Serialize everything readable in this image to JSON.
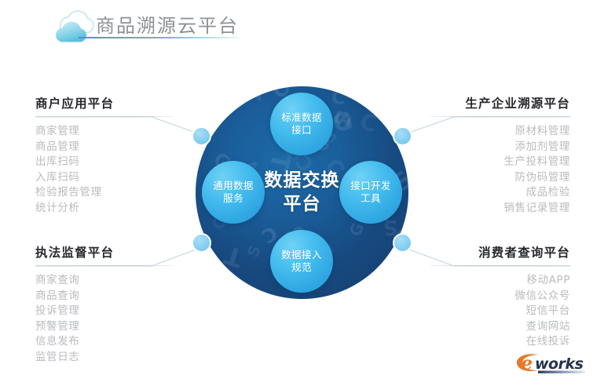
{
  "header": {
    "title": "商品溯源云平台",
    "cloud_icon": "cloud-icon"
  },
  "center": {
    "core_line1": "数据交换",
    "core_line2": "平台",
    "bubbles": [
      {
        "id": "top",
        "line1": "标准数据",
        "line2": "接口"
      },
      {
        "id": "left",
        "line1": "通用数据",
        "line2": "服务"
      },
      {
        "id": "right",
        "line1": "接口开发",
        "line2": "工具"
      },
      {
        "id": "bottom",
        "line1": "数据接入",
        "line2": "规范"
      }
    ]
  },
  "panels": {
    "merchant": {
      "title": "商户应用平台",
      "items": [
        "商家管理",
        "商品管理",
        "出库扫码",
        "入库扫码",
        "检验报告管理",
        "统计分析"
      ]
    },
    "law": {
      "title": "执法监督平台",
      "items": [
        "商家查询",
        "商品查询",
        "投诉管理",
        "预警管理",
        "信息发布",
        "监管日志"
      ]
    },
    "producer": {
      "title": "生产企业溯源平台",
      "items": [
        "原材料管理",
        "添加剂管理",
        "生产投料管理",
        "防伪码管理",
        "成品检验",
        "销售记录管理"
      ]
    },
    "consumer": {
      "title": "消费者查询平台",
      "items": [
        "移动APP",
        "微信公众号",
        "短信平台",
        "查询网站",
        "在线投诉"
      ]
    }
  },
  "logo": {
    "mark": "e",
    "text": "works"
  },
  "colors": {
    "core_dark_blue": "#17497f",
    "bubble_blue": "#2ca3e0",
    "node_dot": "#8bd2f3",
    "header_title": "#8d9196",
    "panel_title": "#27282c",
    "panel_item": "#b9bbbe",
    "accent_line": "#2e9fd4",
    "logo_orange": "#e8792a",
    "logo_navy": "#26334d"
  },
  "texture_letters": [
    "C",
    "S",
    "G",
    "T",
    "A",
    "S",
    "C",
    "S",
    "C",
    "G",
    "S",
    "C",
    "T",
    "S",
    "C",
    "S",
    "A",
    "C",
    "S",
    "G",
    "C",
    "S",
    "T",
    "C",
    "S",
    "C",
    "G",
    "S",
    "C",
    "S",
    "T",
    "C",
    "S",
    "A",
    "C",
    "S"
  ]
}
